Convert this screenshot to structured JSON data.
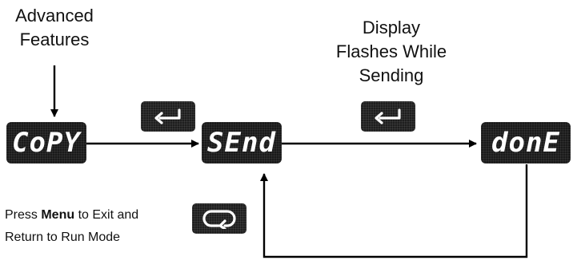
{
  "captions": {
    "advanced_features": [
      "Advanced",
      "Features"
    ],
    "display_flashes": [
      "Display",
      "Flashes While",
      "Sending"
    ]
  },
  "displays": {
    "copy": "CoPY",
    "send": "SEnd",
    "done": "donE"
  },
  "keys": {
    "enter_1": "enter-icon",
    "enter_2": "enter-icon",
    "menu": "menu-loop-icon"
  },
  "note": {
    "line1_prefix": "Press ",
    "line1_bold": "Menu",
    "line1_suffix": " to Exit and",
    "line2": "Return to Run Mode"
  },
  "colors": {
    "lcd_background": "#1a1a1a",
    "lcd_text": "#ffffff",
    "line": "#000000"
  }
}
